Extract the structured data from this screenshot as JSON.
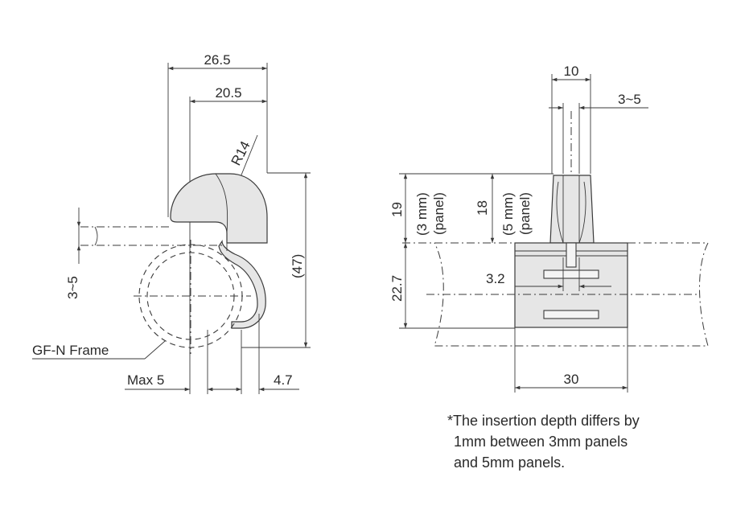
{
  "left_view": {
    "dim_top": "26.5",
    "dim_second": "20.5",
    "radius": "R14",
    "height": "(47)",
    "insertion_range": "3~5",
    "frame_label": "GF-N Frame",
    "max_label": "Max 5",
    "offset": "4.7"
  },
  "right_view": {
    "width_top": "10",
    "panel_range": "3~5",
    "depth_3mm": "19",
    "depth_3mm_note": "(3 mm)\n(panel)",
    "depth_5mm": "18",
    "depth_5mm_note": "(5 mm)\n(panel)",
    "slot_gap": "3.2",
    "block_height": "22.7",
    "block_width": "30"
  },
  "footnote": [
    "*The insertion depth differs by",
    " 1mm between 3mm panels",
    "and 5mm panels."
  ],
  "colors": {
    "line": "#3a3a3a",
    "part_fill": "#e6e6e6",
    "text": "#2a2a2a"
  }
}
